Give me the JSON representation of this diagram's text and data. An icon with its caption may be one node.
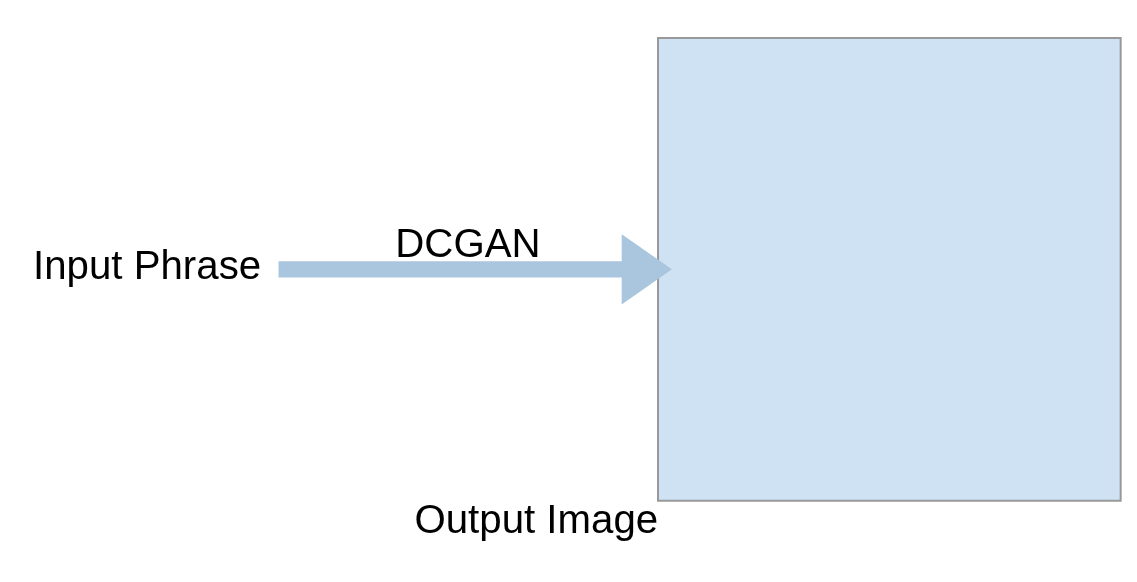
{
  "diagram": {
    "nodes": [
      {
        "text": [
          "Input Phrase"
        ]
      },
      {
        "text": [],
        "shape": "box",
        "beside": [
          "Output Image"
        ]
      }
    ],
    "edges": [
      {
        "from": 0,
        "to": 1,
        "arrow": "to",
        "label": "DCGAN"
      }
    ]
  }
}
